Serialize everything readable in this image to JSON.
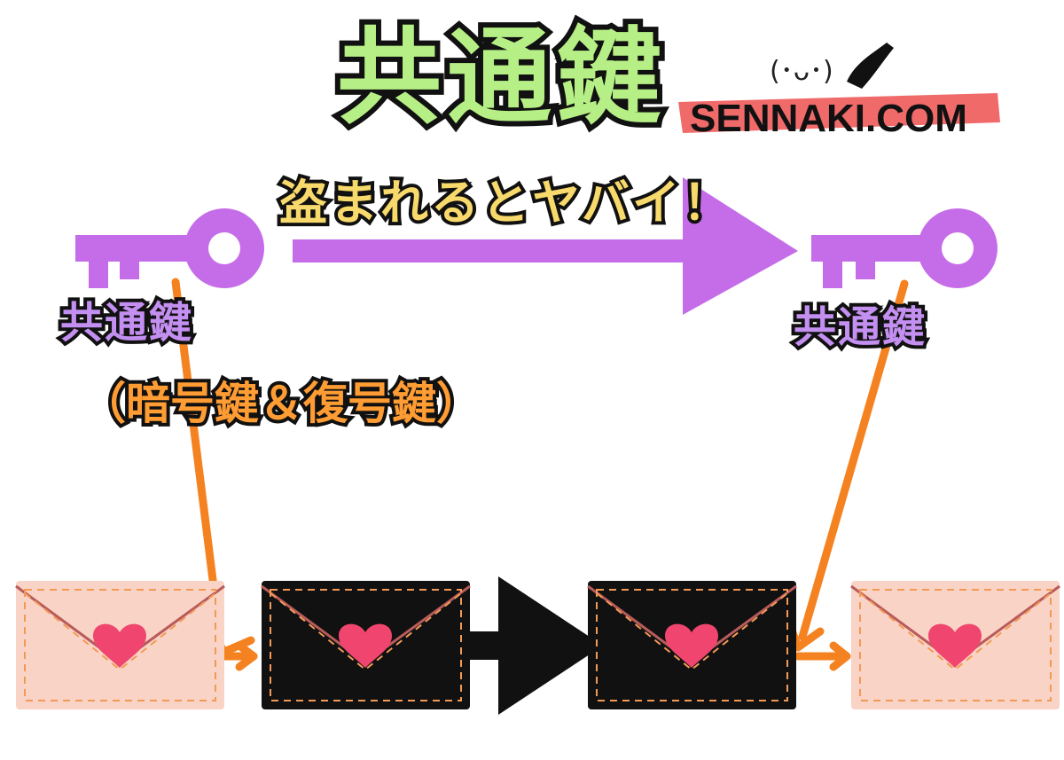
{
  "diagram": {
    "title": "共通鍵",
    "warning": "盗まれるとヤバイ！",
    "brand": {
      "face": "(･ᴗ･)",
      "site": "SENNAKI.COM"
    },
    "left_key": {
      "label": "共通鍵",
      "role": "（暗号鍵＆復号鍵）"
    },
    "right_key": {
      "label": "共通鍵"
    },
    "colors": {
      "key": "#c56de8",
      "arrow": "#c56de8",
      "orange": "#f58220",
      "envelope_plain": "#f9d3c5",
      "envelope_encrypted": "#111111",
      "heart": "#f0456e",
      "title_fill": "#b6ef86",
      "warning_fill": "#f8d96b",
      "brand_highlight": "#f06a6a"
    }
  }
}
